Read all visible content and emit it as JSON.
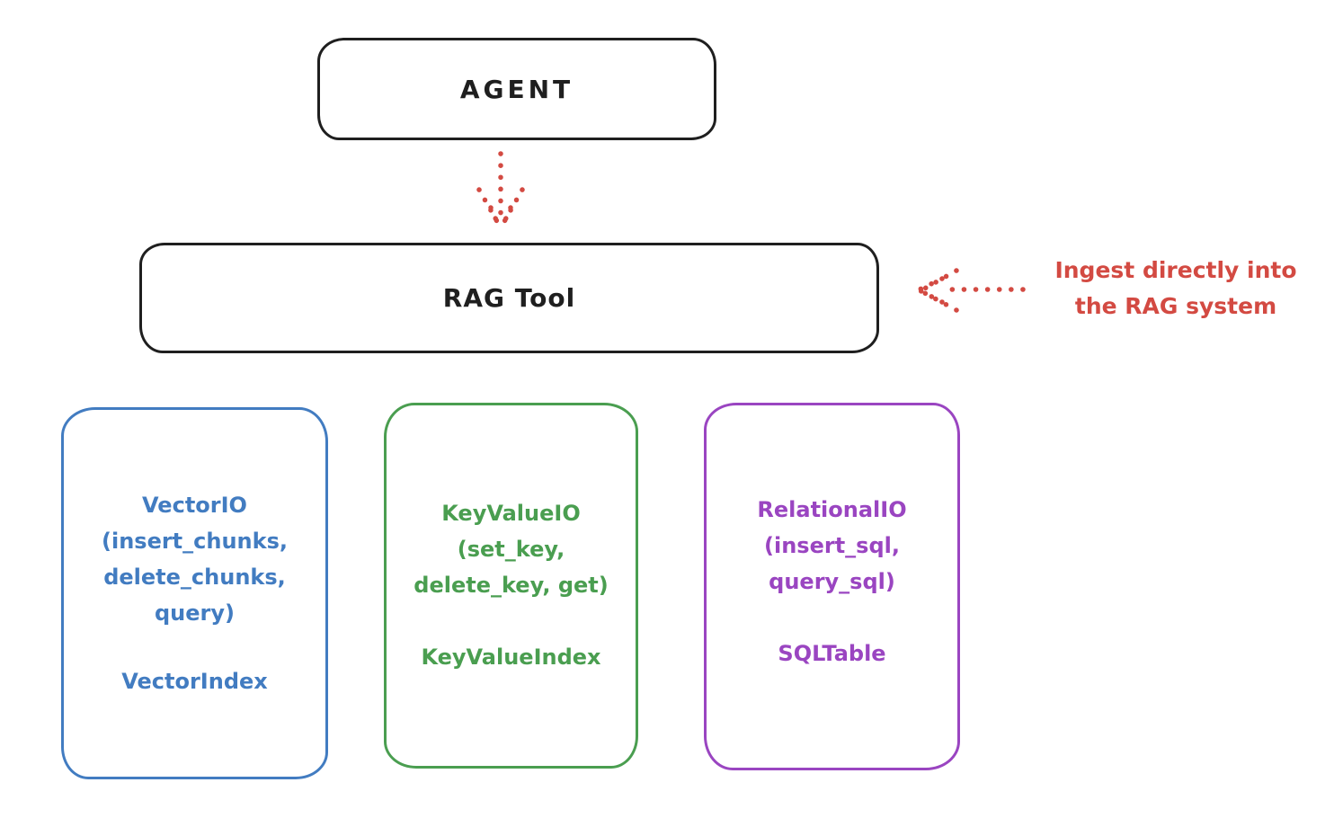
{
  "colors": {
    "ink": "#1f1f1f",
    "red": "#d34a42",
    "blue": "#427cc1",
    "green": "#4a9e50",
    "purple": "#9a45c1",
    "background": "#ffffff"
  },
  "agent": {
    "label": "AGENT"
  },
  "rag_tool": {
    "label": "RAG Tool"
  },
  "annotation": {
    "lines": [
      "Ingest directly into",
      "the RAG system"
    ]
  },
  "arrows": [
    {
      "name": "agent-to-rag",
      "style": "dotted",
      "color": "#d34a42",
      "direction": "down"
    },
    {
      "name": "annotation-to-rag",
      "style": "dotted",
      "color": "#d34a42",
      "direction": "left"
    }
  ],
  "boxes": [
    {
      "title": "VectorIO",
      "method_lines": [
        "(insert_chunks,",
        "delete_chunks,",
        "query)"
      ],
      "index_label": "VectorIndex",
      "color": "#427cc1"
    },
    {
      "title": "KeyValueIO",
      "method_lines": [
        "(set_key,",
        "delete_key, get)"
      ],
      "index_label": "KeyValueIndex",
      "color": "#4a9e50"
    },
    {
      "title": "RelationalIO",
      "method_lines": [
        "(insert_sql,",
        "query_sql)"
      ],
      "index_label": "SQLTable",
      "color": "#9a45c1"
    }
  ]
}
